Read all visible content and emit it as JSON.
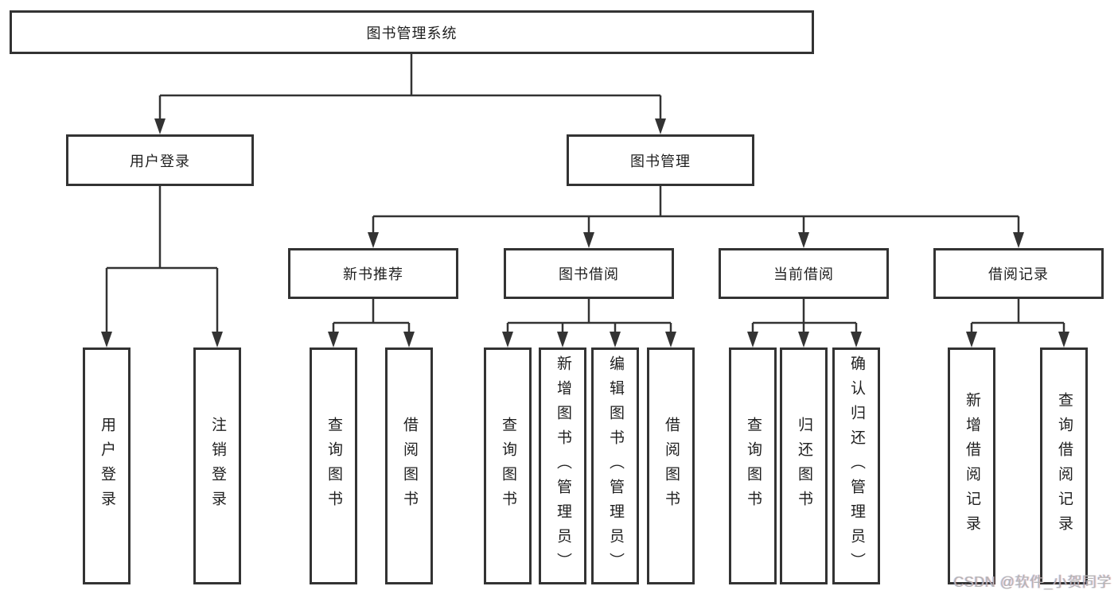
{
  "colors": {
    "line": "#333333",
    "box_border": "#333333",
    "box_fill": "#ffffff",
    "text": "#1f1f1f",
    "watermark_text": "#b4b4b4"
  },
  "tree": {
    "label": "图书管理系统",
    "children": [
      {
        "label": "用户登录",
        "children": [
          {
            "label": "用户登录"
          },
          {
            "label": "注销登录"
          }
        ]
      },
      {
        "label": "图书管理",
        "children": [
          {
            "label": "新书推荐",
            "children": [
              {
                "label": "查询图书"
              },
              {
                "label": "借阅图书"
              }
            ]
          },
          {
            "label": "图书借阅",
            "children": [
              {
                "label": "查询图书"
              },
              {
                "label": "新增图书（管理员）"
              },
              {
                "label": "编辑图书（管理员）"
              },
              {
                "label": "借阅图书"
              }
            ]
          },
          {
            "label": "当前借阅",
            "children": [
              {
                "label": "查询图书"
              },
              {
                "label": "归还图书"
              },
              {
                "label": "确认归还（管理员）"
              }
            ]
          },
          {
            "label": "借阅记录",
            "children": [
              {
                "label": "新增借阅记录"
              },
              {
                "label": "查询借阅记录"
              }
            ]
          }
        ]
      }
    ]
  },
  "watermark": {
    "text": "CSDN @软件_小贺同学"
  }
}
